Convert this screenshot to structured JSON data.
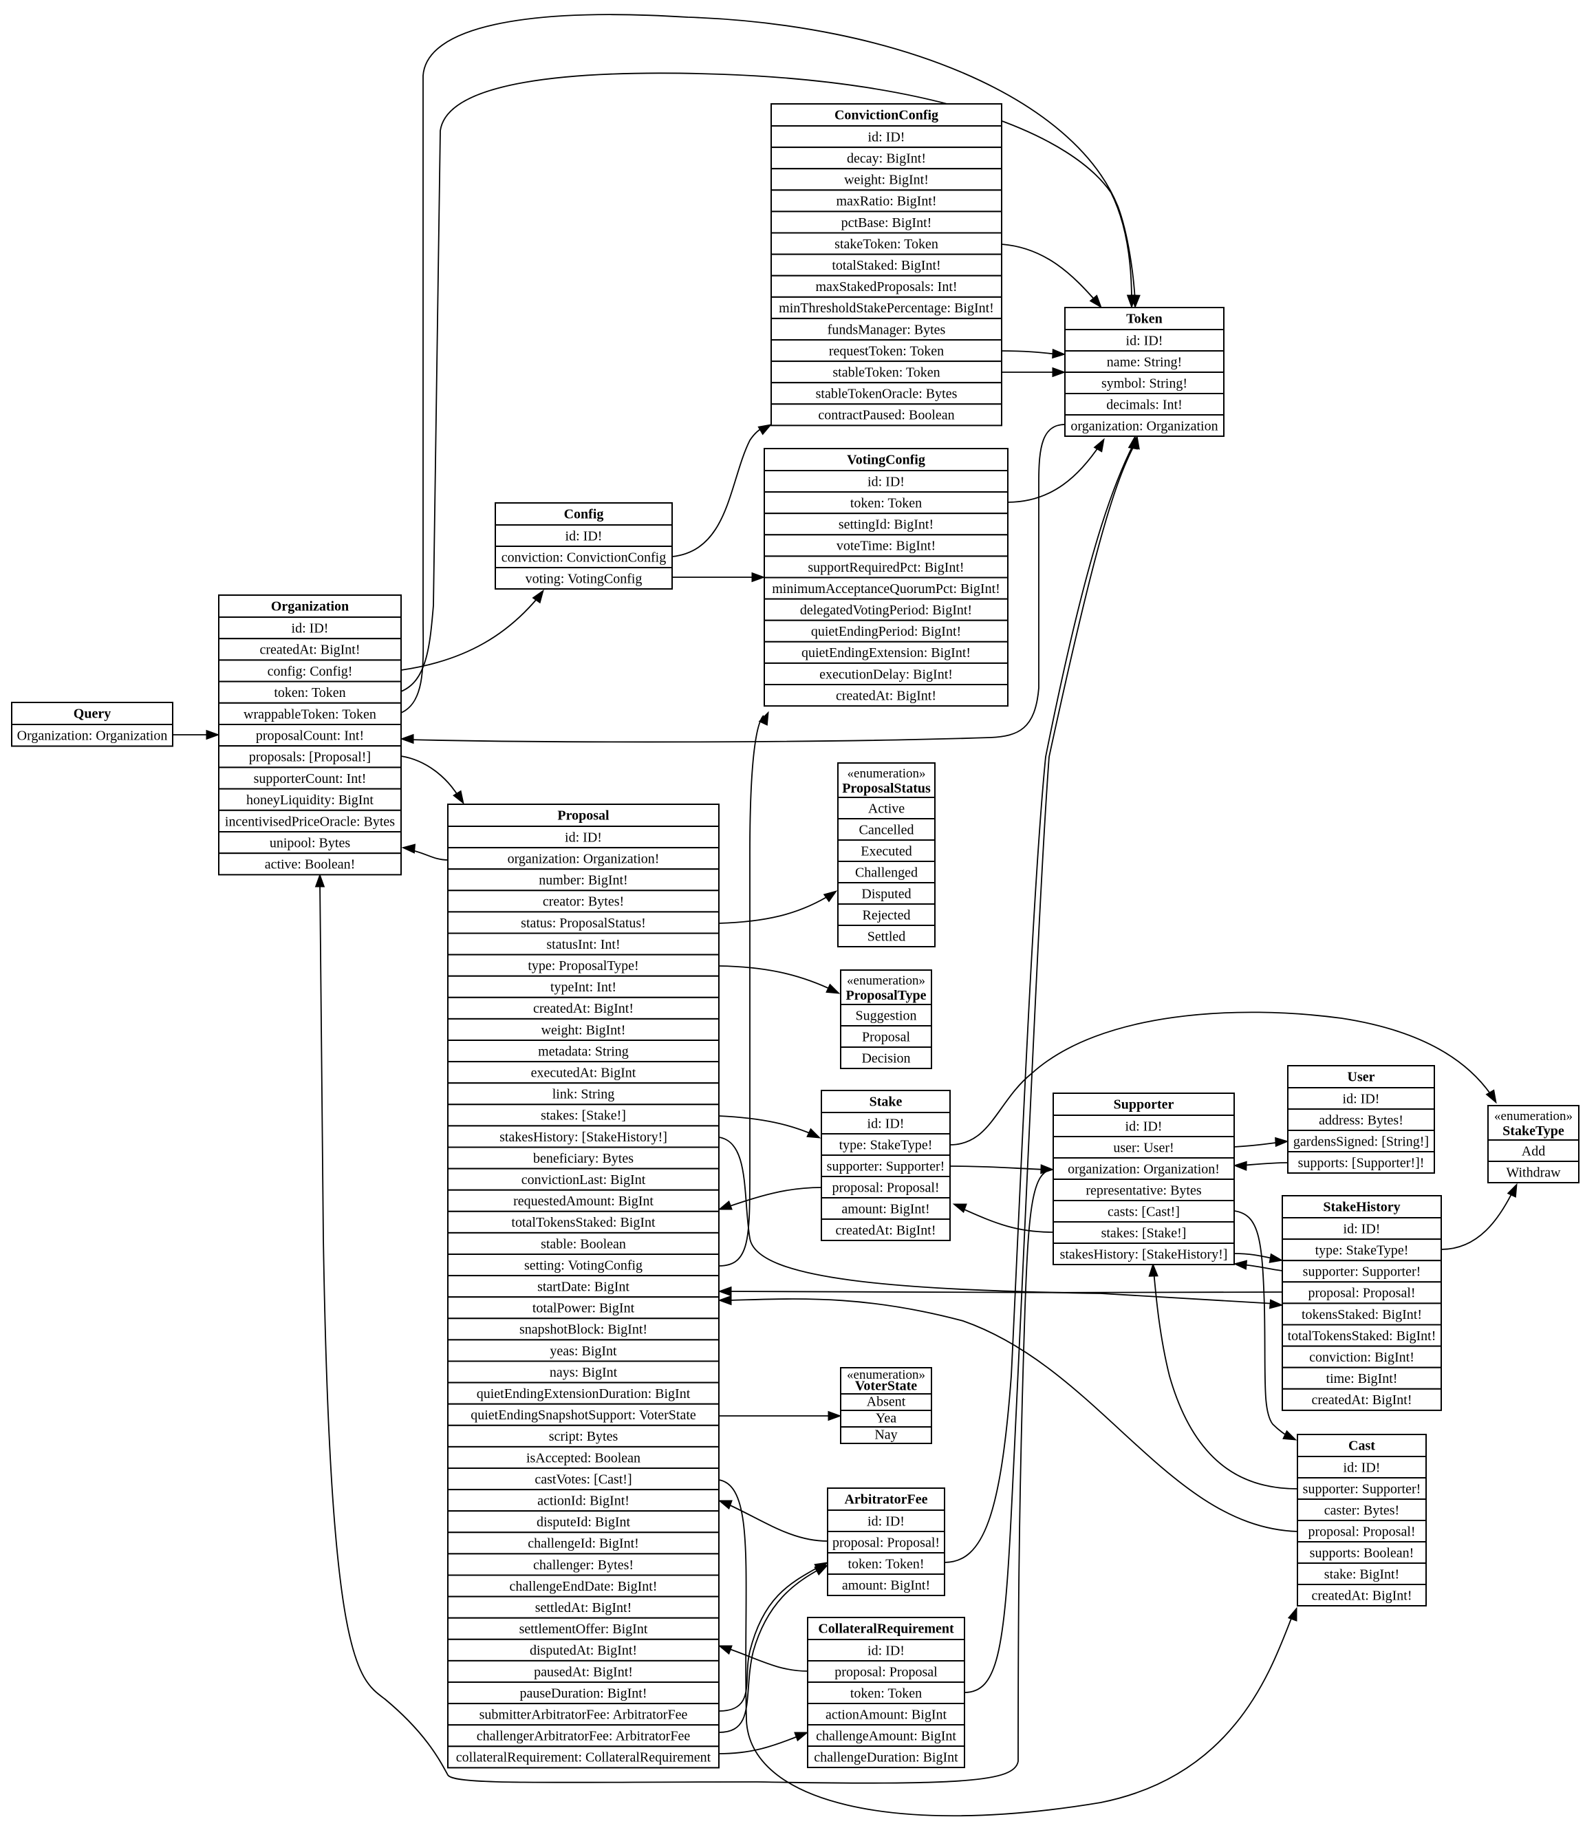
{
  "diagram": {
    "type": "graphql-schema-class-diagram",
    "stereotype_label": "«enumeration»",
    "nodes": [
      {
        "id": "Query",
        "title": "Query",
        "enum": false,
        "fields": [
          "Organization: Organization"
        ]
      },
      {
        "id": "Organization",
        "title": "Organization",
        "enum": false,
        "fields": [
          "id: ID!",
          "createdAt: BigInt!",
          "config: Config!",
          "token: Token",
          "wrappableToken: Token",
          "proposalCount: Int!",
          "proposals: [Proposal!]",
          "supporterCount: Int!",
          "honeyLiquidity: BigInt",
          "incentivisedPriceOracle: Bytes",
          "unipool: Bytes",
          "active: Boolean!"
        ]
      },
      {
        "id": "Config",
        "title": "Config",
        "enum": false,
        "fields": [
          "id: ID!",
          "conviction: ConvictionConfig",
          "voting: VotingConfig"
        ]
      },
      {
        "id": "ConvictionConfig",
        "title": "ConvictionConfig",
        "enum": false,
        "fields": [
          "id: ID!",
          "decay: BigInt!",
          "weight: BigInt!",
          "maxRatio: BigInt!",
          "pctBase: BigInt!",
          "stakeToken: Token",
          "totalStaked: BigInt!",
          "maxStakedProposals: Int!",
          "minThresholdStakePercentage: BigInt!",
          "fundsManager: Bytes",
          "requestToken: Token",
          "stableToken: Token",
          "stableTokenOracle: Bytes",
          "contractPaused: Boolean"
        ]
      },
      {
        "id": "VotingConfig",
        "title": "VotingConfig",
        "enum": false,
        "fields": [
          "id: ID!",
          "token: Token",
          "settingId: BigInt!",
          "voteTime: BigInt!",
          "supportRequiredPct: BigInt!",
          "minimumAcceptanceQuorumPct: BigInt!",
          "delegatedVotingPeriod: BigInt!",
          "quietEndingPeriod: BigInt!",
          "quietEndingExtension: BigInt!",
          "executionDelay: BigInt!",
          "createdAt: BigInt!"
        ]
      },
      {
        "id": "Token",
        "title": "Token",
        "enum": false,
        "fields": [
          "id: ID!",
          "name: String!",
          "symbol: String!",
          "decimals: Int!",
          "organization: Organization"
        ]
      },
      {
        "id": "Proposal",
        "title": "Proposal",
        "enum": false,
        "fields": [
          "id: ID!",
          "organization: Organization!",
          "number: BigInt!",
          "creator: Bytes!",
          "status: ProposalStatus!",
          "statusInt: Int!",
          "type: ProposalType!",
          "typeInt: Int!",
          "createdAt: BigInt!",
          "weight: BigInt!",
          "metadata: String",
          "executedAt: BigInt",
          "link: String",
          "stakes: [Stake!]",
          "stakesHistory: [StakeHistory!]",
          "beneficiary: Bytes",
          "convictionLast: BigInt",
          "requestedAmount: BigInt",
          "totalTokensStaked: BigInt",
          "stable: Boolean",
          "setting: VotingConfig",
          "startDate: BigInt",
          "totalPower: BigInt",
          "snapshotBlock: BigInt!",
          "yeas: BigInt",
          "nays: BigInt",
          "quietEndingExtensionDuration: BigInt",
          "quietEndingSnapshotSupport: VoterState",
          "script: Bytes",
          "isAccepted: Boolean",
          "castVotes: [Cast!]",
          "actionId: BigInt!",
          "disputeId: BigInt",
          "challengeId: BigInt!",
          "challenger: Bytes!",
          "challengeEndDate: BigInt!",
          "settledAt: BigInt!",
          "settlementOffer: BigInt",
          "disputedAt: BigInt!",
          "pausedAt: BigInt!",
          "pauseDuration: BigInt!",
          "submitterArbitratorFee: ArbitratorFee",
          "challengerArbitratorFee: ArbitratorFee",
          "collateralRequirement: CollateralRequirement"
        ]
      },
      {
        "id": "ProposalStatus",
        "title": "ProposalStatus",
        "enum": true,
        "fields": [
          "Active",
          "Cancelled",
          "Executed",
          "Challenged",
          "Disputed",
          "Rejected",
          "Settled"
        ]
      },
      {
        "id": "ProposalType",
        "title": "ProposalType",
        "enum": true,
        "fields": [
          "Suggestion",
          "Proposal",
          "Decision"
        ]
      },
      {
        "id": "Stake",
        "title": "Stake",
        "enum": false,
        "fields": [
          "id: ID!",
          "type: StakeType!",
          "supporter: Supporter!",
          "proposal: Proposal!",
          "amount: BigInt!",
          "createdAt: BigInt!"
        ]
      },
      {
        "id": "VoterState",
        "title": "VoterState",
        "enum": true,
        "fields": [
          "Absent",
          "Yea",
          "Nay"
        ]
      },
      {
        "id": "ArbitratorFee",
        "title": "ArbitratorFee",
        "enum": false,
        "fields": [
          "id: ID!",
          "proposal: Proposal!",
          "token: Token!",
          "amount: BigInt!"
        ]
      },
      {
        "id": "CollateralRequirement",
        "title": "CollateralRequirement",
        "enum": false,
        "fields": [
          "id: ID!",
          "proposal: Proposal",
          "token: Token",
          "actionAmount: BigInt",
          "challengeAmount: BigInt",
          "challengeDuration: BigInt"
        ]
      },
      {
        "id": "Supporter",
        "title": "Supporter",
        "enum": false,
        "fields": [
          "id: ID!",
          "user: User!",
          "organization: Organization!",
          "representative: Bytes",
          "casts: [Cast!]",
          "stakes: [Stake!]",
          "stakesHistory: [StakeHistory!]"
        ]
      },
      {
        "id": "User",
        "title": "User",
        "enum": false,
        "fields": [
          "id: ID!",
          "address: Bytes!",
          "gardensSigned: [String!]",
          "supports: [Supporter!]!"
        ]
      },
      {
        "id": "StakeType",
        "title": "StakeType",
        "enum": true,
        "fields": [
          "Add",
          "Withdraw"
        ]
      },
      {
        "id": "StakeHistory",
        "title": "StakeHistory",
        "enum": false,
        "fields": [
          "id: ID!",
          "type: StakeType!",
          "supporter: Supporter!",
          "proposal: Proposal!",
          "tokensStaked: BigInt!",
          "totalTokensStaked: BigInt!",
          "conviction: BigInt!",
          "time: BigInt!",
          "createdAt: BigInt!"
        ]
      },
      {
        "id": "Cast",
        "title": "Cast",
        "enum": false,
        "fields": [
          "id: ID!",
          "supporter: Supporter!",
          "caster: Bytes!",
          "proposal: Proposal!",
          "supports: Boolean!",
          "stake: BigInt!",
          "createdAt: BigInt!"
        ]
      }
    ],
    "edges": [
      {
        "from": "Query.Organization",
        "to": "Organization"
      },
      {
        "from": "Organization.config",
        "to": "Config"
      },
      {
        "from": "Organization.token",
        "to": "Token"
      },
      {
        "from": "Organization.wrappableToken",
        "to": "Token"
      },
      {
        "from": "Organization.proposals",
        "to": "Proposal"
      },
      {
        "from": "Config.conviction",
        "to": "ConvictionConfig"
      },
      {
        "from": "Config.voting",
        "to": "VotingConfig"
      },
      {
        "from": "ConvictionConfig.stakeToken",
        "to": "Token"
      },
      {
        "from": "ConvictionConfig.requestToken",
        "to": "Token"
      },
      {
        "from": "ConvictionConfig.stableToken",
        "to": "Token"
      },
      {
        "from": "VotingConfig.token",
        "to": "Token"
      },
      {
        "from": "Token.organization",
        "to": "Organization"
      },
      {
        "from": "Proposal.organization",
        "to": "Organization"
      },
      {
        "from": "Proposal.status",
        "to": "ProposalStatus"
      },
      {
        "from": "Proposal.type",
        "to": "ProposalType"
      },
      {
        "from": "Proposal.stakes",
        "to": "Stake"
      },
      {
        "from": "Proposal.stakesHistory",
        "to": "StakeHistory"
      },
      {
        "from": "Proposal.setting",
        "to": "VotingConfig"
      },
      {
        "from": "Proposal.quietEndingSnapshotSupport",
        "to": "VoterState"
      },
      {
        "from": "Proposal.castVotes",
        "to": "Cast"
      },
      {
        "from": "Proposal.submitterArbitratorFee",
        "to": "ArbitratorFee"
      },
      {
        "from": "Proposal.challengerArbitratorFee",
        "to": "ArbitratorFee"
      },
      {
        "from": "Proposal.collateralRequirement",
        "to": "CollateralRequirement"
      },
      {
        "from": "Stake.type",
        "to": "StakeType"
      },
      {
        "from": "Stake.supporter",
        "to": "Supporter"
      },
      {
        "from": "Stake.proposal",
        "to": "Proposal"
      },
      {
        "from": "ArbitratorFee.proposal",
        "to": "Proposal"
      },
      {
        "from": "ArbitratorFee.token",
        "to": "Token"
      },
      {
        "from": "CollateralRequirement.proposal",
        "to": "Proposal"
      },
      {
        "from": "CollateralRequirement.token",
        "to": "Token"
      },
      {
        "from": "Supporter.user",
        "to": "User"
      },
      {
        "from": "Supporter.organization",
        "to": "Organization"
      },
      {
        "from": "Supporter.casts",
        "to": "Cast"
      },
      {
        "from": "Supporter.stakes",
        "to": "Stake"
      },
      {
        "from": "Supporter.stakesHistory",
        "to": "StakeHistory"
      },
      {
        "from": "User.supports",
        "to": "Supporter"
      },
      {
        "from": "StakeHistory.type",
        "to": "StakeType"
      },
      {
        "from": "StakeHistory.supporter",
        "to": "Supporter"
      },
      {
        "from": "StakeHistory.proposal",
        "to": "Proposal"
      },
      {
        "from": "Cast.supporter",
        "to": "Supporter"
      },
      {
        "from": "Cast.proposal",
        "to": "Proposal"
      }
    ]
  }
}
